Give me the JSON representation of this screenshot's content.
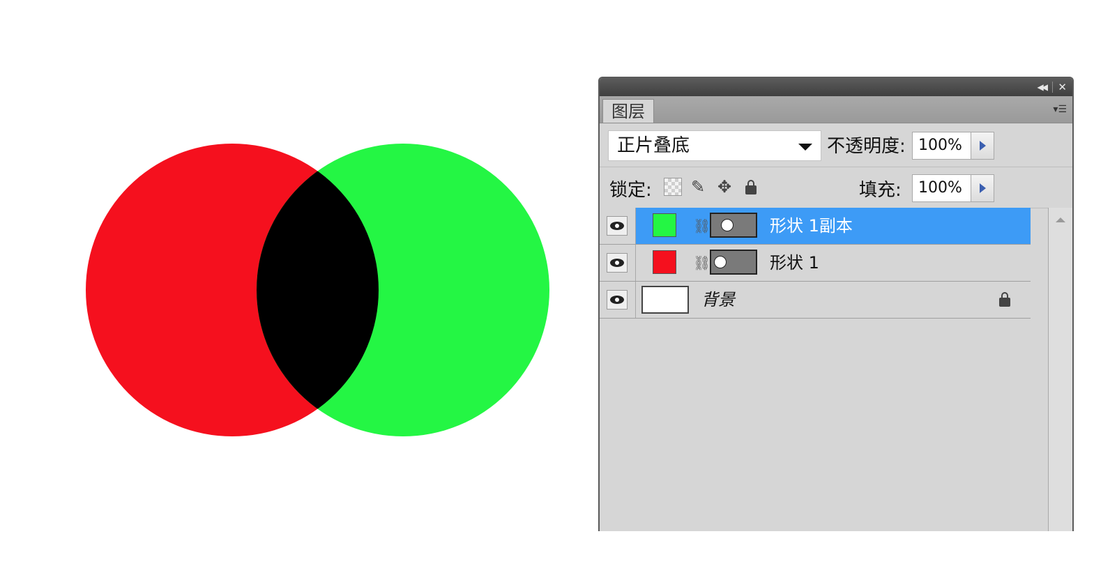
{
  "canvas": {
    "circles": [
      {
        "color": "#f5101e",
        "name": "red-circle"
      },
      {
        "color": "#24f644",
        "name": "green-circle"
      }
    ],
    "overlap_color": "#000000"
  },
  "panel": {
    "tab_label": "图层",
    "blend_mode": "正片叠底",
    "opacity_label": "不透明度:",
    "opacity_value": "100%",
    "lock_label": "锁定:",
    "fill_label": "填充:",
    "fill_value": "100%",
    "layers": [
      {
        "name": "形状 1副本",
        "swatch_color": "#24f644",
        "selected": true
      },
      {
        "name": "形状 1",
        "swatch_color": "#f5101e",
        "selected": false
      },
      {
        "name": "背景",
        "selected": false,
        "locked": true
      }
    ]
  }
}
